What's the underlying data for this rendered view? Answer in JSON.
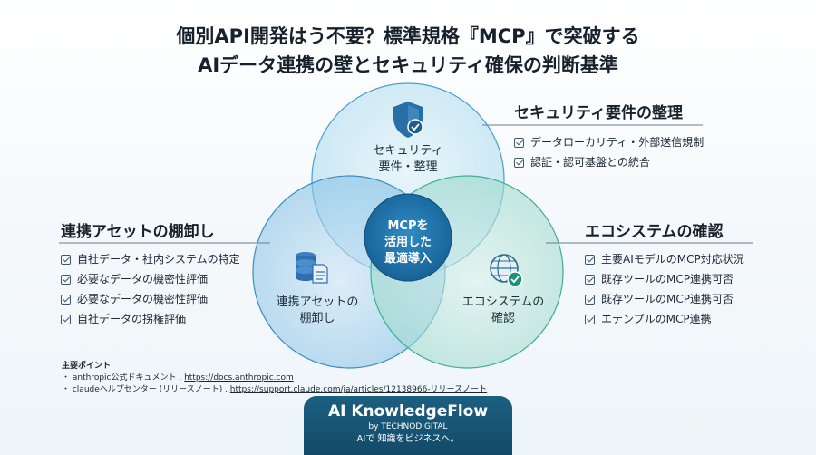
{
  "title": {
    "line1": "個別API開発はう不要？標準規格『MCP』で突破する",
    "line2": "AIデータ連携の壁とセキュリティ確保の判断基準"
  },
  "colors": {
    "circle_top": "#a9d8ea",
    "circle_left": "#6fb2de",
    "circle_right": "#8fd3c4",
    "center": "#1d6fa8",
    "footer": "#134a68"
  },
  "venn": {
    "top_label": [
      "セキュリティ",
      "要件・整理"
    ],
    "left_label": [
      "連携アセットの",
      "棚卸し"
    ],
    "right_label": [
      "エコシステムの",
      "確認"
    ],
    "center_label": [
      "MCPを",
      "活用した",
      "最適導入"
    ],
    "icons": {
      "top": "shield-check-icon",
      "left": "database-document-icon",
      "right": "globe-check-icon"
    }
  },
  "panels": {
    "security": {
      "title": "セキュリティ要件の整理",
      "items": [
        "データローカリティ・外部送信規制",
        "認証・認可基盤との統合"
      ]
    },
    "assets": {
      "title": "連携アセットの棚卸し",
      "items": [
        "自社データ・社内システムの特定",
        "必要なデータの機密性評価",
        "必要なデータの機密性評価",
        "自社データの拐権評価"
      ]
    },
    "ecosystem": {
      "title": "エコシステムの確認",
      "items": [
        "主要AIモデルのMCP対応状況",
        "既存ツールのMCP連携可否",
        "既存ツールのMCP連携可否",
        "エテンプルのMCP連携"
      ]
    }
  },
  "sources": {
    "heading": "主要ポイント",
    "lines": [
      {
        "prefix": "・ anthropic公式ドキュメント , ",
        "link": "https://docs.anthropic.com"
      },
      {
        "prefix": "・ claudeヘルプセンター (リリースノート) , ",
        "link": "https://support.claude.com/ja/articles/12138966-リリースノート"
      }
    ]
  },
  "footer": {
    "brand": "AI KnowledgeFlow",
    "by": "by TECHNODIGITAL",
    "tagline": "AIで 知識をビジネスへ。"
  }
}
